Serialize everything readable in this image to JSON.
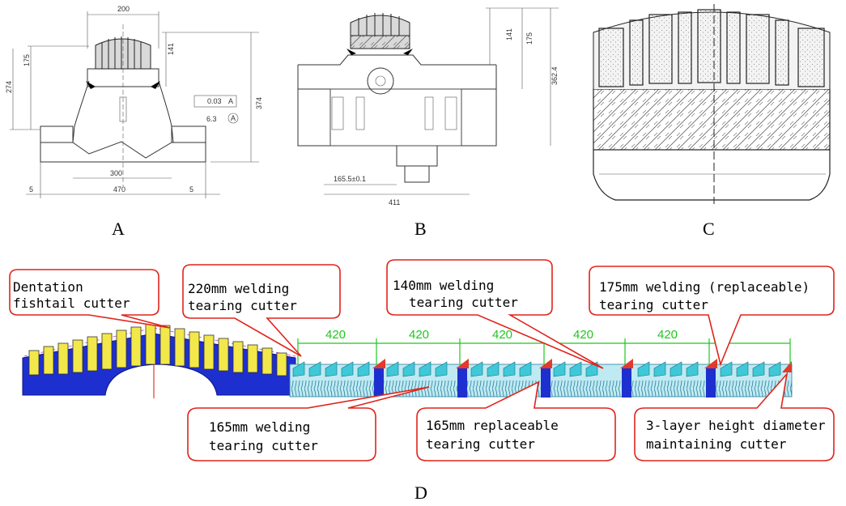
{
  "panels": {
    "A": {
      "label": "A",
      "dims": [
        "200",
        "141",
        "175",
        "274",
        "374",
        "0.03",
        "A",
        "6.3",
        "A",
        "300",
        "470",
        "5",
        "5"
      ]
    },
    "B": {
      "label": "B",
      "dims": [
        "141",
        "175",
        "362.4",
        "165.5±0.1",
        "411"
      ]
    },
    "C": {
      "label": "C"
    },
    "D": {
      "label": "D",
      "spacings": [
        "420",
        "420",
        "420",
        "420",
        "420"
      ],
      "callouts": {
        "dentation": [
          "Dentation",
          "fishtail cutter"
        ],
        "c220": [
          "220mm welding",
          "tearing cutter"
        ],
        "c140": [
          "140mm welding",
          "tearing cutter"
        ],
        "c175": [
          "175mm welding (replaceable)",
          "tearing cutter"
        ],
        "c165w": [
          "165mm welding",
          "tearing cutter"
        ],
        "c165r": [
          "165mm replaceable",
          "tearing cutter"
        ],
        "c3layer": [
          "3-layer height diameter",
          "maintaining cutter"
        ]
      }
    }
  },
  "colors": {
    "callout_border": "#e0241b",
    "dimension_green": "#1ec81e",
    "body_blue": "#1e2fd0",
    "cutter_yellow": "#f2e84a",
    "cutter_cyan": "#3fc8d8",
    "tip_red": "#e33a2a"
  }
}
